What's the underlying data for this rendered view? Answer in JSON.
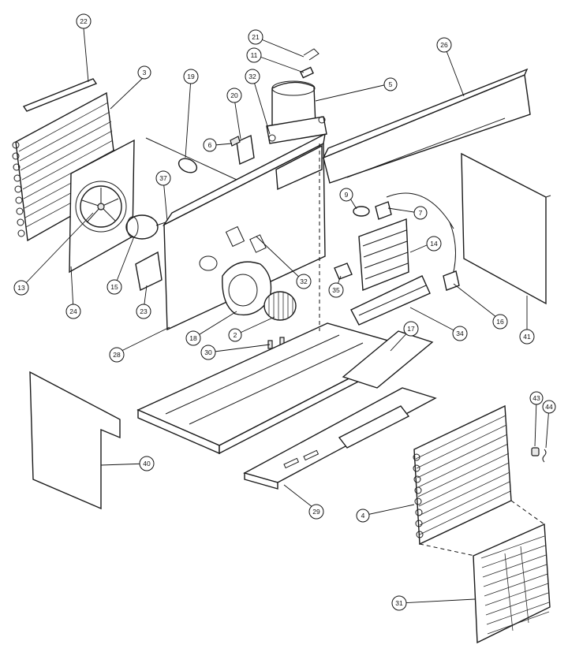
{
  "callouts": {
    "c22": "22",
    "c3": "3",
    "c19": "19",
    "c20": "20",
    "c6": "6",
    "c21": "21",
    "c11": "11",
    "c32a": "32",
    "c5": "5",
    "c26": "26",
    "c37": "37",
    "c13": "13",
    "c15": "15",
    "c23": "23",
    "c24": "24",
    "c9": "9",
    "c7": "7",
    "c14": "14",
    "c32b": "32",
    "c35": "35",
    "c16": "16",
    "c41": "41",
    "c18": "18",
    "c2": "2",
    "c28": "28",
    "c30": "30",
    "c34": "34",
    "c17": "17",
    "c40": "40",
    "c29": "29",
    "c43": "43",
    "c44": "44",
    "c4": "4",
    "c31": "31"
  }
}
